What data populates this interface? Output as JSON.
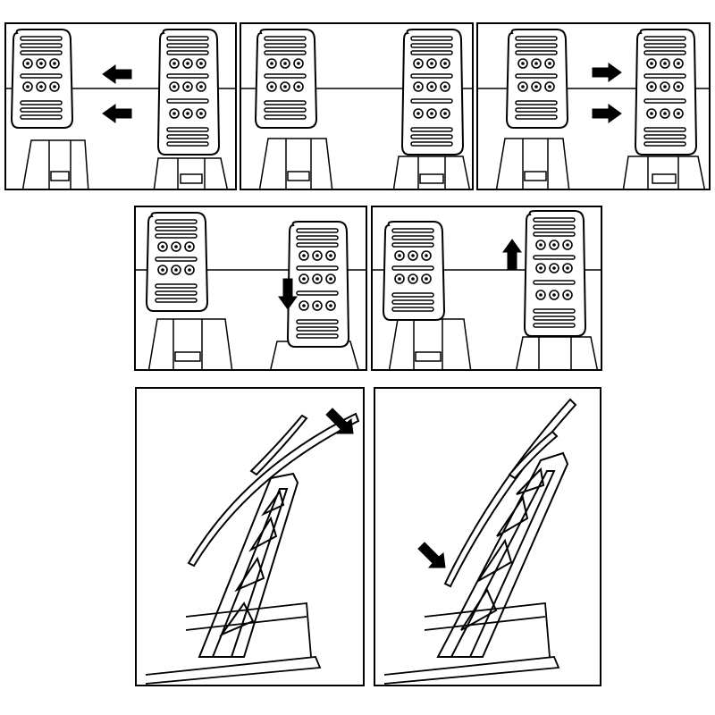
{
  "figure": {
    "panels": [
      {
        "id": "pedal-spacing-closer",
        "arrows": [
          "left",
          "left"
        ]
      },
      {
        "id": "pedal-spacing-default",
        "arrows": []
      },
      {
        "id": "pedal-spacing-wider",
        "arrows": [
          "right",
          "right"
        ]
      },
      {
        "id": "pedal-height-lower",
        "arrows": [
          "down"
        ]
      },
      {
        "id": "pedal-height-higher",
        "arrows": [
          "up"
        ]
      },
      {
        "id": "pedal-angle-tilt-top",
        "arrows": [
          "down-right"
        ]
      },
      {
        "id": "pedal-angle-tilt-bottom",
        "arrows": [
          "down-right"
        ]
      }
    ],
    "colors": {
      "stroke": "#000000",
      "fill": "#ffffff",
      "arrow": "#000000"
    }
  }
}
